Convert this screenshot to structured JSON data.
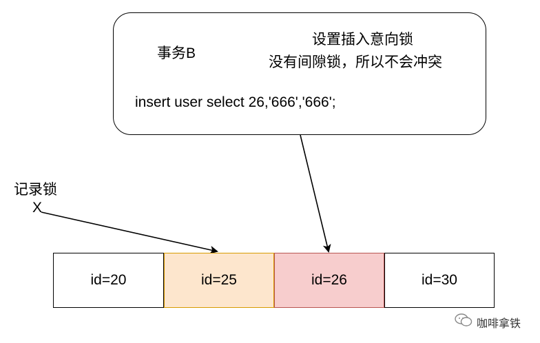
{
  "callout": {
    "transaction": "事务B",
    "intent_lock_line1": "设置插入意向锁",
    "intent_lock_line2": "没有间隙锁，所以不会冲突",
    "sql": "insert user select 26,'666','666';"
  },
  "record_lock": {
    "label": "记录锁",
    "mark": "X"
  },
  "records": [
    {
      "label": "id=20",
      "fill": "#ffffff",
      "border": "#000000"
    },
    {
      "label": "id=25",
      "fill": "#fde6cd",
      "border": "#d79b00"
    },
    {
      "label": "id=26",
      "fill": "#f7cdcd",
      "border": "#b85450"
    },
    {
      "label": "id=30",
      "fill": "#ffffff",
      "border": "#000000"
    }
  ],
  "watermark": {
    "icon": "wechat-icon",
    "text": "咖啡拿铁"
  }
}
